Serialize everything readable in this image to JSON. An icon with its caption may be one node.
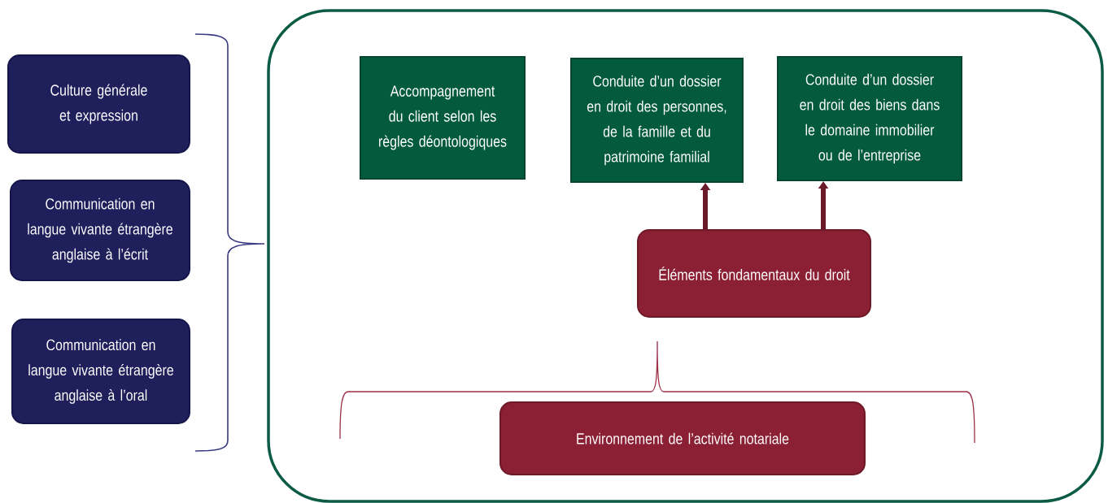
{
  "diagram": {
    "nodes": [
      {
        "text": [
          "Culture générale et expression"
        ]
      },
      {
        "text": [
          "Communication en langue vivante étrangère anglaise à l’écrit"
        ]
      },
      {
        "text": [
          "Communication en langue vivante étrangère anglaise à l’oral"
        ]
      },
      {
        "text": [],
        "shape": "box"
      },
      {
        "text": [
          "Accompagnement du client selon les règles déontologiques"
        ],
        "in": 3
      },
      {
        "text": [
          "Conduite d’un dossier en droit des personnes, de la famille et du patrimoine familial"
        ],
        "in": 3
      },
      {
        "text": [
          "Conduite d’un dossier en droit des biens dans le domaine immobilier ou de l’entreprise"
        ],
        "in": 3
      },
      {
        "text": [
          "Éléments fondamentaux du droit"
        ],
        "in": 3
      },
      {
        "text": [
          "Environnement de l’activité notariale"
        ],
        "in": 3
      }
    ],
    "edges": [
      {
        "from": 7,
        "to": 5,
        "arrow": "to"
      },
      {
        "from": 7,
        "to": 6,
        "arrow": "to"
      }
    ]
  }
}
